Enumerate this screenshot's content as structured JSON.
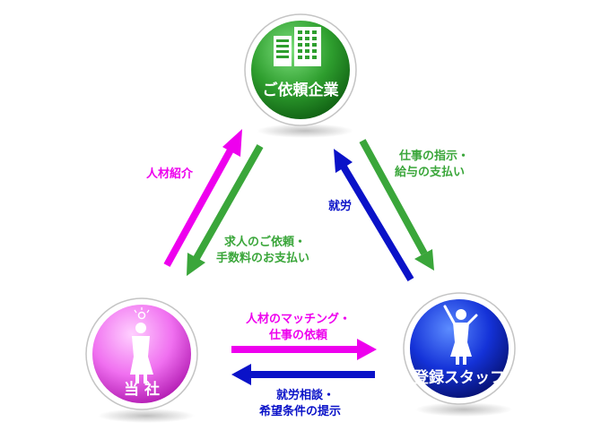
{
  "nodes": {
    "client": {
      "label": "ご依頼企業",
      "color": "#2e9e2e",
      "icon": "office-building-icon"
    },
    "company": {
      "label": "当 社",
      "color": "#e23ce2",
      "icon": "person-with-lightbulb-icon"
    },
    "staff": {
      "label": "登録スタッフ",
      "color": "#1432d8",
      "icon": "cheering-person-icon"
    }
  },
  "flows": {
    "talent_intro": {
      "line1": "人材紹介",
      "color": "#ee00ee"
    },
    "payment_to_company": {
      "line1": "求人のご依頼・",
      "line2": "手数料のお支払い",
      "color": "#3aa63a"
    },
    "work_instruction": {
      "line1": "仕事の指示・",
      "line2": "給与の支払い",
      "color": "#3aa63a"
    },
    "labor": {
      "line1": "就労",
      "color": "#0a12c8"
    },
    "matching": {
      "line1": "人材のマッチング・",
      "line2": "仕事の依頼",
      "color": "#ee00ee"
    },
    "consultation": {
      "line1": "就労相談・",
      "line2": "希望条件の提示",
      "color": "#0a12c8"
    }
  }
}
